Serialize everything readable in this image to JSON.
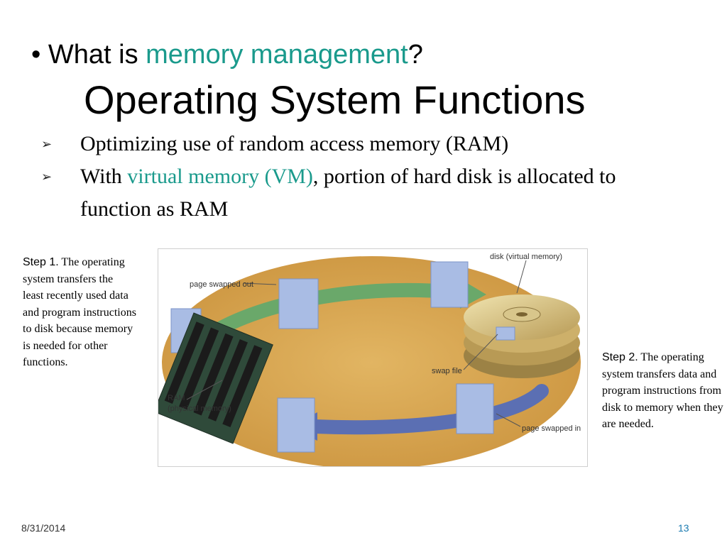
{
  "question": {
    "bullet": "•",
    "prefix": "What is ",
    "term": "memory management",
    "suffix": "?"
  },
  "title": "Operating System Functions",
  "bullets": [
    {
      "marker": "➢",
      "text": "Optimizing use of random access memory (RAM)"
    },
    {
      "marker": "➢",
      "prefix": "With ",
      "term": "virtual memory (VM)",
      "text": ", portion of hard disk is allocated to function as RAM"
    }
  ],
  "step1": {
    "lead": "Step 1.",
    "text": "The operating system transfers the least recently used data and program instructions to disk because memory is needed for other functions."
  },
  "step2": {
    "lead": "Step 2.",
    "text": "The operating system transfers data and program instructions from disk to memory when they are needed."
  },
  "figure": {
    "labels": {
      "page_out": "page swapped out",
      "disk_line1": "disk (virtual memory)",
      "swap_file": "swap file",
      "ram_line1": "RAM",
      "ram_line2": "(physical memory)",
      "page_in": "page swapped in"
    }
  },
  "colors": {
    "accent": "#1a9a8c",
    "arrow_green": "#6aa86a",
    "arrow_blue": "#5b6fb3",
    "background_tan": "#d4a24a"
  },
  "footer": {
    "date": "8/31/2014",
    "page": "13"
  }
}
